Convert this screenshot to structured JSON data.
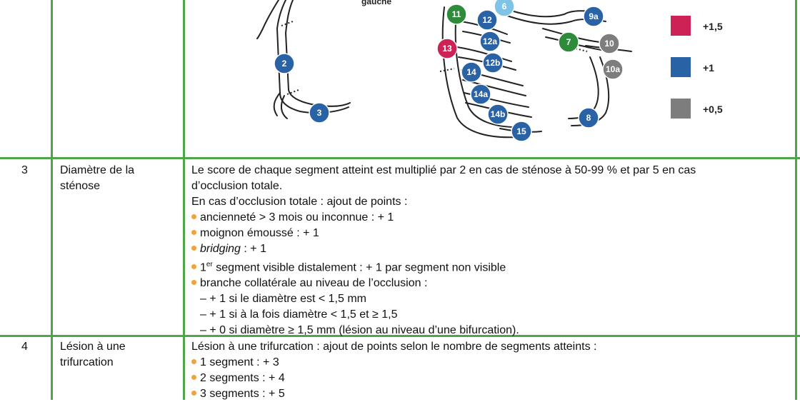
{
  "diagram": {
    "top_label": "gauche",
    "segments": [
      {
        "label": "2",
        "color": "#2a62a6"
      },
      {
        "label": "3",
        "color": "#2a62a6"
      },
      {
        "label": "6",
        "color": "#7fc4e6"
      },
      {
        "label": "11",
        "color": "#2e8b3a"
      },
      {
        "label": "12",
        "color": "#2a62a6"
      },
      {
        "label": "12a",
        "color": "#2a62a6"
      },
      {
        "label": "12b",
        "color": "#2a62a6"
      },
      {
        "label": "13",
        "color": "#cc2255"
      },
      {
        "label": "14",
        "color": "#2a62a6"
      },
      {
        "label": "14a",
        "color": "#2a62a6"
      },
      {
        "label": "14b",
        "color": "#2a62a6"
      },
      {
        "label": "15",
        "color": "#2a62a6"
      },
      {
        "label": "9a",
        "color": "#2a62a6"
      },
      {
        "label": "7",
        "color": "#2e8b3a"
      },
      {
        "label": "10",
        "color": "#7d7d7d"
      },
      {
        "label": "10a",
        "color": "#7d7d7d"
      },
      {
        "label": "8",
        "color": "#2a62a6"
      }
    ]
  },
  "legend": [
    {
      "value": "+1,5",
      "color": "#cc2255"
    },
    {
      "value": "+1",
      "color": "#2a62a6"
    },
    {
      "value": "+0,5",
      "color": "#7d7d7d"
    }
  ],
  "rows": [
    {
      "number": "3",
      "criterion": "Diamètre de la sténose",
      "lines": [
        "Le score de chaque segment atteint est multiplié par 2 en cas de sténose à 50-99 % et par 5 en cas",
        "d’occlusion totale.",
        "En cas d’occlusion totale : ajout de points :"
      ],
      "bullets": [
        "ancienneté > 3 mois ou inconnue : + 1",
        "moignon émoussé : + 1",
        "bridging",
        "segment visible distalement : + 1 par segment non visible",
        "branche collatérale au niveau de l’occlusion :"
      ],
      "bridging_suffix": " : + 1",
      "ordinal_prefix": "1",
      "ordinal_sup": "er",
      "subitems": [
        "– + 1 si le diamètre est < 1,5 mm",
        "– + 1 si à la fois diamètre < 1,5 et ≥ 1,5",
        "– + 0 si diamètre ≥ 1,5 mm (lésion au niveau d’une bifurcation)."
      ]
    },
    {
      "number": "4",
      "criterion": "Lésion à une trifurcation",
      "lines": [
        "Lésion à une trifurcation : ajout de points selon le nombre de segments atteints :"
      ],
      "bullets": [
        "1 segment : + 3",
        "2 segments : + 4",
        "3 segments : + 5"
      ]
    }
  ]
}
